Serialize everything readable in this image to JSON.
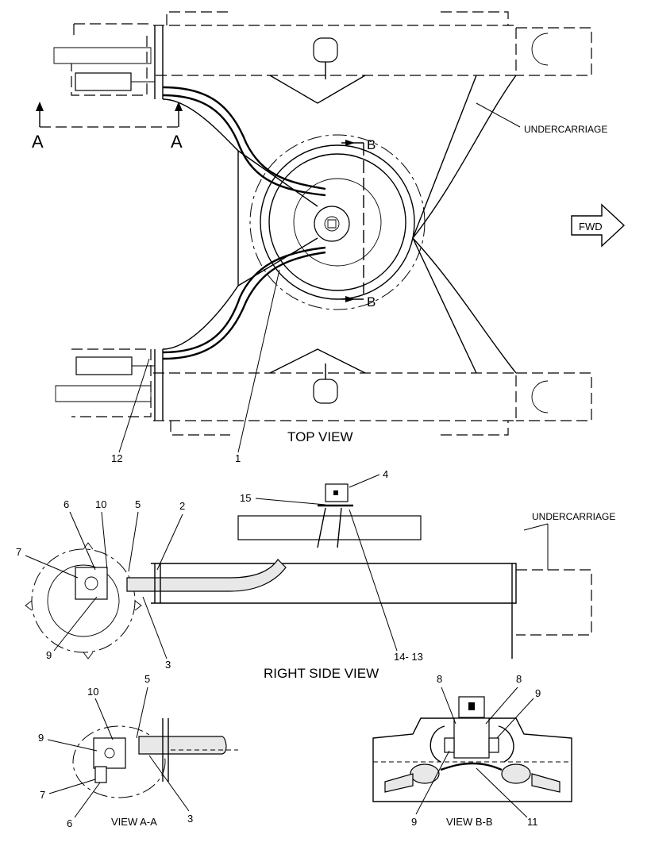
{
  "views": {
    "top": "TOP VIEW",
    "right_side": "RIGHT SIDE VIEW",
    "aa": "VIEW  A-A",
    "bb": "VIEW  B-B"
  },
  "labels": {
    "undercarriage_top": "UNDERCARRIAGE",
    "undercarriage_side": "UNDERCARRIAGE",
    "fwd": "FWD",
    "section_a_left": "A",
    "section_a_right": "A",
    "section_b_top": "B",
    "section_b_bottom": "B"
  },
  "callouts": {
    "top": [
      "12",
      "1"
    ],
    "side": [
      "6",
      "10",
      "5",
      "2",
      "7",
      "9",
      "3",
      "15",
      "4",
      "14- 13"
    ],
    "aa": [
      "10",
      "5",
      "9",
      "7",
      "6",
      "3"
    ],
    "bb": [
      "8",
      "8",
      "9",
      "9",
      "11"
    ]
  }
}
